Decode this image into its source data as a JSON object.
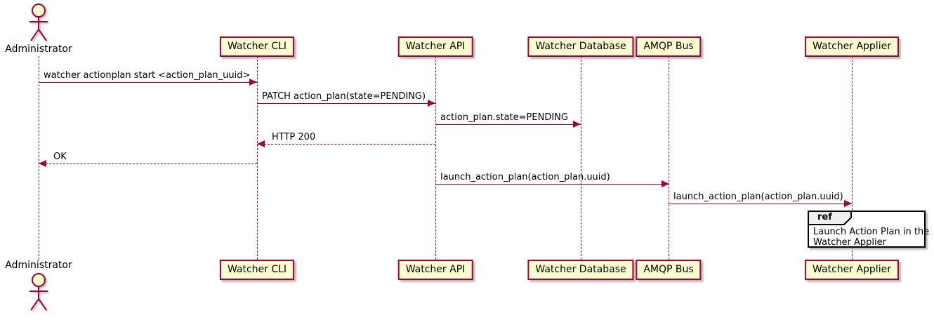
{
  "diagram_type": "sequence",
  "colors": {
    "participant_fill": "#FEFECE",
    "stroke": "#A80036",
    "text": "#000000",
    "ref_border": "#000000",
    "ref_tab_fill": "#EEEEEE",
    "background": "#FFFFFF"
  },
  "actor": {
    "label": "Administrator"
  },
  "participants": [
    {
      "label": "Watcher CLI"
    },
    {
      "label": "Watcher API"
    },
    {
      "label": "Watcher Database"
    },
    {
      "label": "AMQP Bus"
    },
    {
      "label": "Watcher Applier"
    }
  ],
  "messages": [
    {
      "from": "Administrator",
      "to": "Watcher CLI",
      "text": "watcher actionplan start <action_plan_uuid>",
      "line": "solid",
      "direction": "right"
    },
    {
      "from": "Watcher CLI",
      "to": "Watcher API",
      "text": "PATCH action_plan(state=PENDING)",
      "line": "solid",
      "direction": "right"
    },
    {
      "from": "Watcher API",
      "to": "Watcher Database",
      "text": "action_plan.state=PENDING",
      "line": "solid",
      "direction": "right"
    },
    {
      "from": "Watcher API",
      "to": "Watcher CLI",
      "text": "HTTP 200",
      "line": "dashed",
      "direction": "left"
    },
    {
      "from": "Watcher CLI",
      "to": "Administrator",
      "text": "OK",
      "line": "dashed",
      "direction": "left"
    },
    {
      "from": "Watcher API",
      "to": "AMQP Bus",
      "text": "launch_action_plan(action_plan.uuid)",
      "line": "solid",
      "direction": "right"
    },
    {
      "from": "AMQP Bus",
      "to": "Watcher Applier",
      "text": "launch_action_plan(action_plan.uuid)",
      "line": "solid",
      "direction": "right"
    }
  ],
  "ref": {
    "keyword": "ref",
    "over": "Watcher Applier",
    "line1": "Launch Action Plan in the",
    "line2": "Watcher Applier"
  }
}
